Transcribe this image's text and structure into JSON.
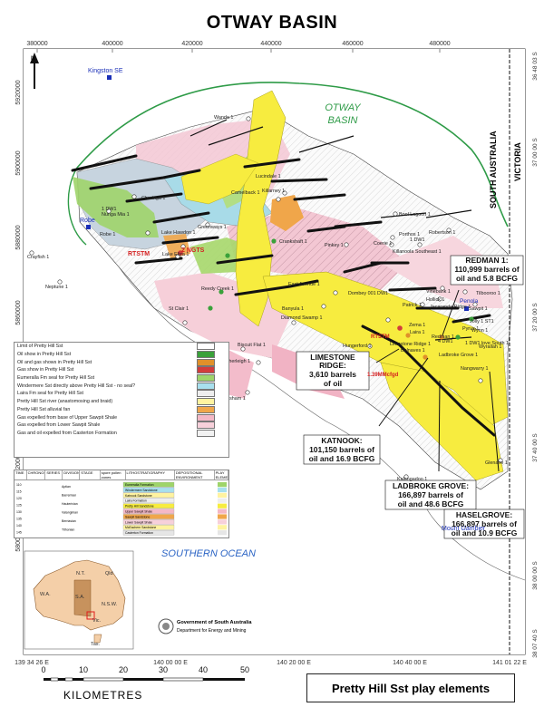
{
  "title": "OTWAY BASIN",
  "footer_title": "Pretty Hill Sst play elements",
  "top_ticks": [
    "380000",
    "400000",
    "420000",
    "440000",
    "460000",
    "480000"
  ],
  "left_ticks": [
    "5920000",
    "5900000",
    "5880000",
    "5860000",
    "5840000",
    "5820000",
    "5800000"
  ],
  "right_ticks": [
    "36 48 03 S",
    "37 00 00 S",
    "37 20 00 S",
    "37 40 00 S",
    "38 00 00 S",
    "38 07 40 S"
  ],
  "bottom_ticks": [
    "139 34 26 E",
    "140 00 00 E",
    "140 20 00 E",
    "140 40 00 E",
    "141 01 22 E"
  ],
  "north": "N",
  "state_labels": {
    "sa": "SOUTH AUSTRALIA",
    "vic": "VICTORIA"
  },
  "basin_label": [
    "OTWAY",
    "BASIN"
  ],
  "ocean_label": "SOUTHERN OCEAN",
  "towns": {
    "kingston": "Kingston SE",
    "robe": "Robe",
    "penola": "Penola",
    "mount_gambier": "Mount Gambier"
  },
  "wells": [
    "Wanda 1",
    "Lucindale 1",
    "Killarney 1",
    "Camelback 1",
    "Churinga 1",
    "1 DW1",
    "Nunga Mia 1",
    "Robe 1",
    "Lake Hawdon 1",
    "Lake Eliza 1",
    "Greenways 1",
    "Crankshaft 1",
    "Pinkey 1",
    "Bool Lagoon 1",
    "Porthos 1",
    "1 DW1",
    "Robertson 1",
    "Coerie 1",
    "Killanoola Southeast 1",
    "Crayfish 1",
    "Neptune 1",
    "East Avenue 1",
    "Dombey 001 DW1",
    "Vinebank 1",
    "Hollick 1",
    "Tilbooroo 1",
    "Patrick 1",
    "Jacaranda Ridge 1",
    "Sawpit 1",
    "Reedy Creek 1",
    "Banyula 1",
    "Diamond Swamp 1",
    "St Clair 1",
    "Jolly 1 ST1",
    "Pyrus 1",
    "Wynn 1",
    "Zema 1",
    "Redman 1",
    "4 DW1",
    "Laira 1",
    "1 DW1 love South 1",
    "Limestone Ridge 1",
    "Wyrallah 1",
    "Balnaves 1",
    "Ladbroke Grove 1",
    "Hungerford 1",
    "Beachport East 1",
    "Biscuit Flat 1",
    "Lake George 1",
    "Hatherleigh 1",
    "Nangwarry 1",
    "Rendelsham 1",
    "Kalangadoo 1",
    "Glenaire 1"
  ],
  "red_labels": {
    "rtstm1": "RTSTM",
    "ngts": "2 NGTS",
    "rtstm2": "RTSTM",
    "flow": "1.39MMcfgd"
  },
  "callouts": {
    "redman": [
      "REDMAN 1:",
      "110,999 barrels of",
      "oil and 5.8 BCFG"
    ],
    "limestone": [
      "LIMESTONE",
      "RIDGE:",
      "3,610 barrels",
      "of oil"
    ],
    "katnook": [
      "KATNOOK:",
      "101,150 barrels of",
      "oil and 16.9 BCFG"
    ],
    "ladbroke": [
      "LADBROKE GROVE:",
      "166,897 barrels of",
      "oil and 48.6 BCFG"
    ],
    "haselgrove": [
      "HASELGROVE:",
      "166,897 barrels of",
      "oil and 10.9 BCFG"
    ]
  },
  "legend": [
    {
      "label": "Limit of Pretty Hill Sst",
      "color": "#ffffff"
    },
    {
      "label": "Oil show in Pretty Hill Sst",
      "color": "#3aa13a"
    },
    {
      "label": "Oil and gas shows in Pretty Hill Sst",
      "color": "#e0902a"
    },
    {
      "label": "Gas show in Pretty Hill Sst",
      "color": "#d23c3c"
    },
    {
      "label": "Eumeralla Fm seal for Pretty Hill Sst",
      "color": "#9ed46a"
    },
    {
      "label": "Windermere Sst directly above Pretty Hill Sst - no seal?",
      "color": "#a8e0ee"
    },
    {
      "label": "Laira Fm seal for Pretty Hill Sst",
      "color": "#eeeeee"
    },
    {
      "label": "Pretty Hill Sst river (anastomosing and braid)",
      "color": "#fff3a0"
    },
    {
      "label": "Pretty Hill Sst alluvial fan",
      "color": "#f0a64a"
    },
    {
      "label": "Gas expelled from base of Upper Sawpit Shale",
      "color": "#f4b8c6"
    },
    {
      "label": "Gas expelled from Lower Sawpit Shale",
      "color": "#f7d0da"
    },
    {
      "label": "Gas and oil expelled from Casterton Formation",
      "color": "#f2f2f2"
    }
  ],
  "strat_headers": [
    "TIME",
    "CHRONOSTRATIGRAPHY",
    "SERIES",
    "DIVISION",
    "STAGE",
    "spore pollen zones",
    "LITHOSTRATIGRAPHY",
    "DEPOSITIONAL ENVIRONMENT",
    "PLAY ELEMENT"
  ],
  "strat_ages": [
    "110",
    "115",
    "120",
    "125",
    "130",
    "135",
    "140",
    "145"
  ],
  "strat_units": [
    "Eumeralla Formation",
    "Windermere Sandstone",
    "Katnook Sandstone",
    "Laira Formation",
    "Pretty Hill Sandstone",
    "Upper Sawpit Shale",
    "Sawpit Sandstone",
    "Lower Sawpit Shale",
    "McEachern Sandstone",
    "Casterton Formation"
  ],
  "strat_stages": [
    "Aptian",
    "Barremian",
    "Hauterivian",
    "Valanginian",
    "Berriasian",
    "Tithonian"
  ],
  "inset_labels": [
    "W.A.",
    "N.T.",
    "Qld",
    "S.A.",
    "N.S.W.",
    "Vic.",
    "Tas."
  ],
  "govt": [
    "Government of South Australia",
    "Department for Energy and Mining"
  ],
  "scale": {
    "labels": [
      "0",
      "10",
      "20",
      "30",
      "40",
      "50"
    ],
    "title": "KILOMETRES"
  },
  "colors": {
    "basin": "#2e9b47",
    "yellow": "#f7ec3f",
    "ocean_text": "#2a63c4"
  }
}
